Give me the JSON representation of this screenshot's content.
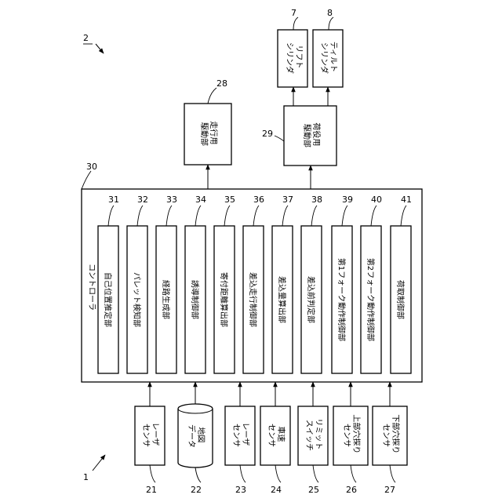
{
  "figure": {
    "system_ref": "2",
    "sensor_group_ref": "1"
  },
  "controller": {
    "ref": "30",
    "label": "コントローラ",
    "modules": [
      {
        "ref": "31",
        "label": "自己位置推定部"
      },
      {
        "ref": "32",
        "label": "パレット検知部"
      },
      {
        "ref": "33",
        "label": "経路生成部"
      },
      {
        "ref": "34",
        "label": "誘導制御部"
      },
      {
        "ref": "35",
        "label": "寄付距離算出部"
      },
      {
        "ref": "36",
        "label": "差込走行制御部"
      },
      {
        "ref": "37",
        "label": "差込量算出部"
      },
      {
        "ref": "38",
        "label": "差込前判定部"
      },
      {
        "ref": "39",
        "label": "第1フォーク動作制御部"
      },
      {
        "ref": "40",
        "label": "第2フォーク動作制御部"
      },
      {
        "ref": "41",
        "label": "荷取制御部"
      }
    ]
  },
  "drive": {
    "ref": "28",
    "label": [
      "走行用",
      "駆動部"
    ]
  },
  "cargo_drive": {
    "ref": "29",
    "label": [
      "荷役用",
      "駆動部"
    ]
  },
  "lift": {
    "ref": "7",
    "label": [
      "リフト",
      "シリンダ"
    ]
  },
  "tilt": {
    "ref": "8",
    "label": [
      "ティルト",
      "シリンダ"
    ]
  },
  "inputs": [
    {
      "ref": "21",
      "label": [
        "レーザ",
        "センサ"
      ]
    },
    {
      "ref": "22",
      "label": [
        "地図",
        "データ"
      ]
    },
    {
      "ref": "23",
      "label": [
        "レーザ",
        "センサ"
      ]
    },
    {
      "ref": "24",
      "label": [
        "車速",
        "センサ"
      ]
    },
    {
      "ref": "25",
      "label": [
        "リミット",
        "スイッチ"
      ]
    },
    {
      "ref": "26",
      "label": [
        "上部穴探り",
        "センサ"
      ]
    },
    {
      "ref": "27",
      "label": [
        "下部穴探り",
        "センサ"
      ]
    }
  ]
}
